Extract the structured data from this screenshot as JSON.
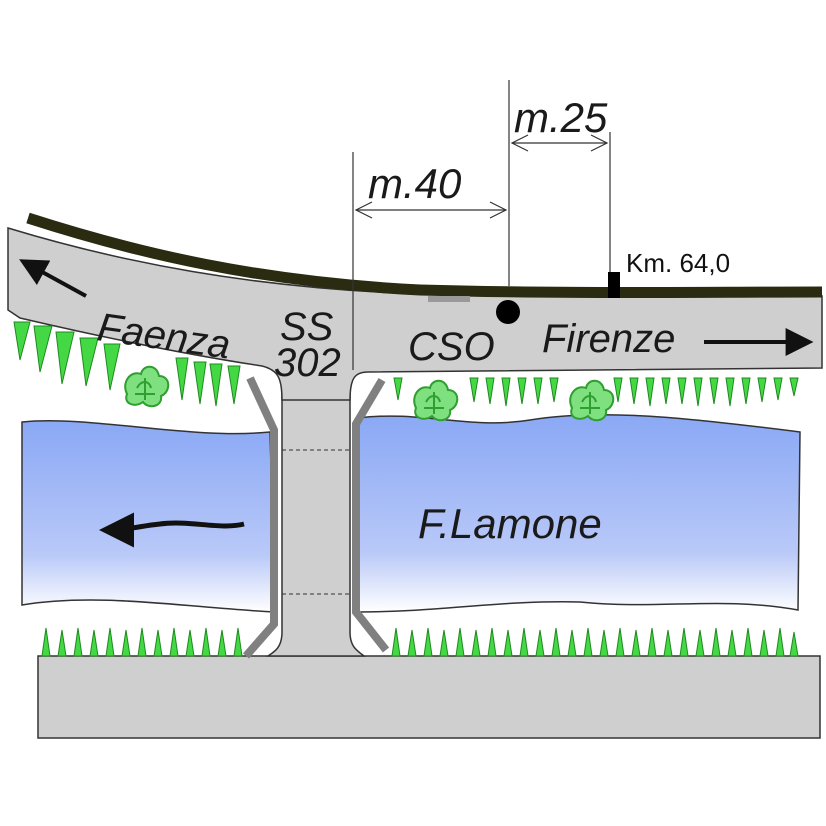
{
  "labels": {
    "dim_25": "m.25",
    "dim_40": "m.40",
    "km": "Km. 64,0",
    "faenza": "Faenza",
    "ss": "SS",
    "ss_num": "302",
    "cso": "CSO",
    "firenze": "Firenze",
    "river": "F.Lamone"
  },
  "colors": {
    "road": "#cfcfcf",
    "asphalt": "#2b2b12",
    "grass": "#44d944",
    "water_top": "#8aa8f5",
    "water_bottom": "#ffffff",
    "pier_guard": "#808080",
    "ground": "#cfcfcf"
  }
}
